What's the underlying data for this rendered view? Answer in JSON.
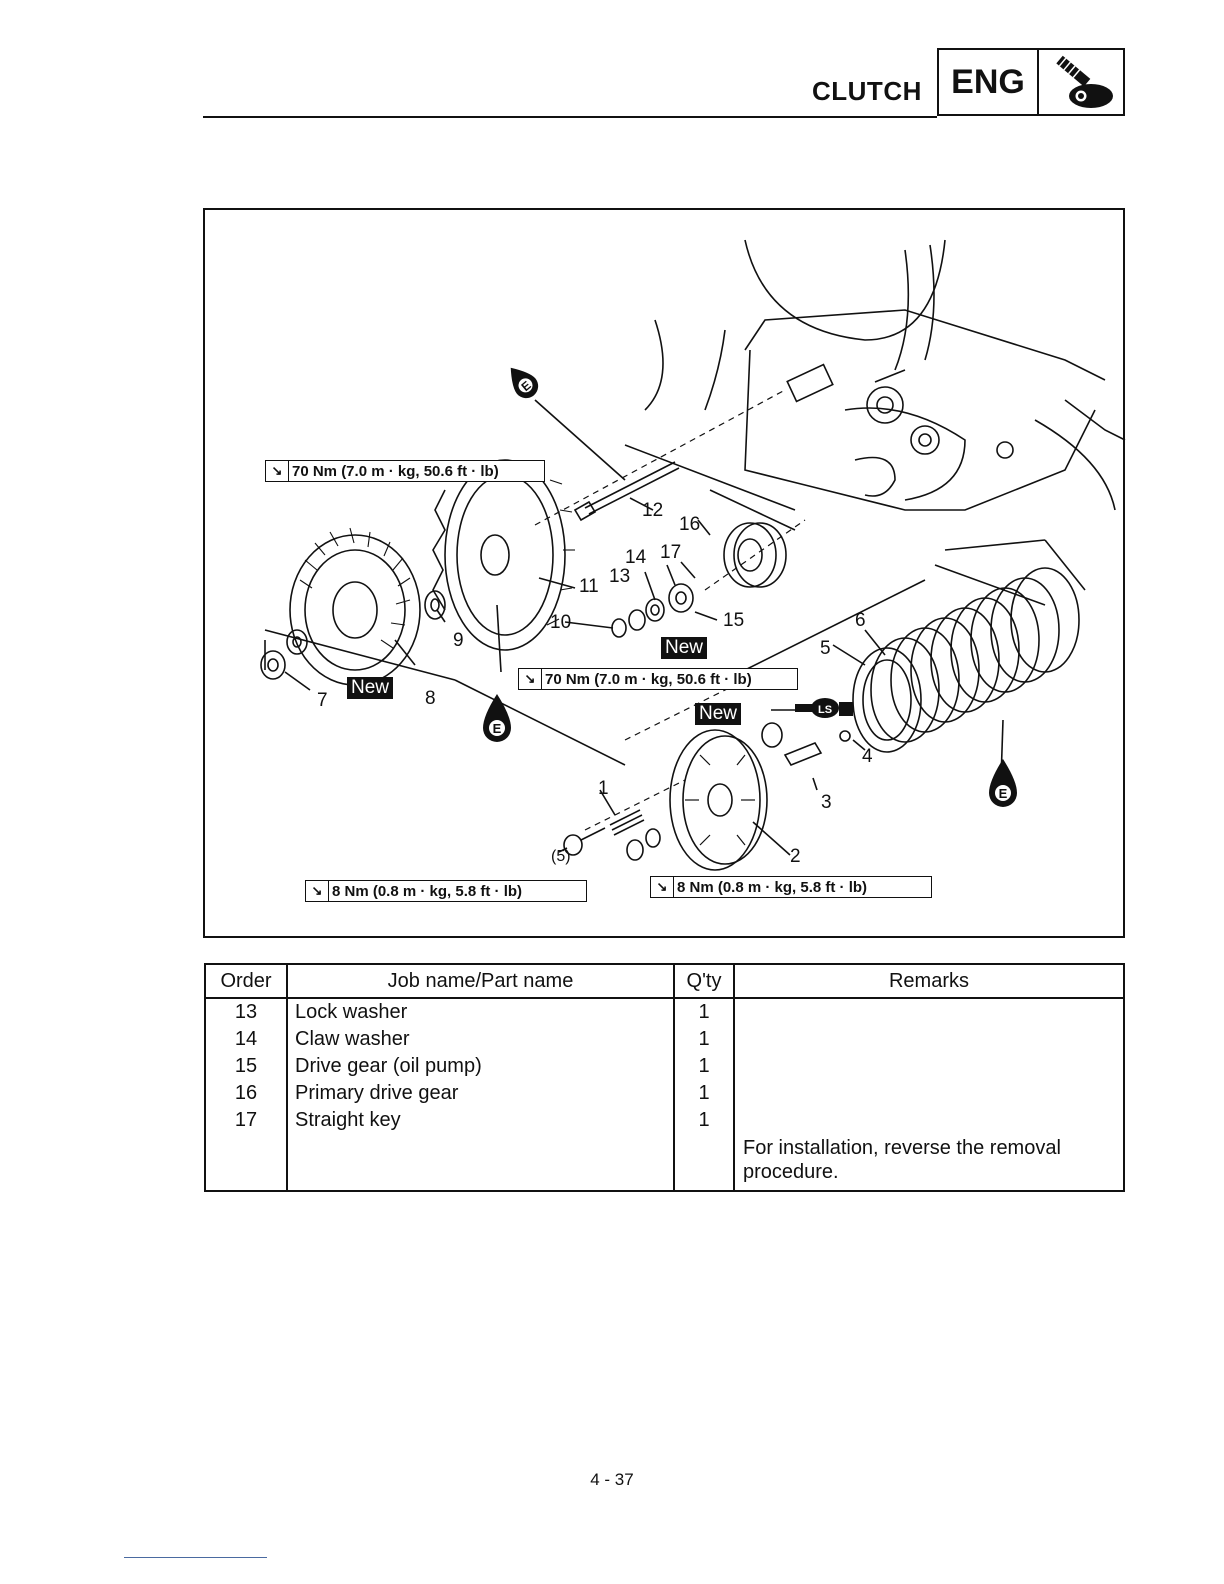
{
  "header": {
    "section_title": "CLUTCH",
    "chapter_code": "ENG",
    "chapter_icon": "engine-wrench-icon"
  },
  "figure": {
    "torque_labels": [
      "70 Nm (7.0 m · kg, 50.6 ft · lb)",
      "70 Nm (7.0 m · kg, 50.6 ft · lb)",
      "8 Nm (0.8 m · kg, 5.8 ft · lb)",
      "8 Nm (0.8 m · kg, 5.8 ft · lb)"
    ],
    "new_badge": "New",
    "oil_symbol": "E",
    "grease_symbol": "LS",
    "callouts": [
      "1",
      "2",
      "3",
      "4",
      "5",
      "6",
      "7",
      "8",
      "9",
      "10",
      "11",
      "12",
      "13",
      "14",
      "15",
      "16",
      "17",
      "(5)"
    ]
  },
  "table": {
    "headers": [
      "Order",
      "Job name/Part name",
      "Q'ty",
      "Remarks"
    ],
    "rows": [
      {
        "order": "13",
        "name": "Lock washer",
        "qty": "1",
        "remarks": ""
      },
      {
        "order": "14",
        "name": "Claw washer",
        "qty": "1",
        "remarks": ""
      },
      {
        "order": "15",
        "name": "Drive gear (oil pump)",
        "qty": "1",
        "remarks": ""
      },
      {
        "order": "16",
        "name": "Primary drive gear",
        "qty": "1",
        "remarks": ""
      },
      {
        "order": "17",
        "name": "Straight key",
        "qty": "1",
        "remarks": ""
      }
    ],
    "note": "For installation, reverse the removal procedure."
  },
  "page_number": "4 - 37"
}
